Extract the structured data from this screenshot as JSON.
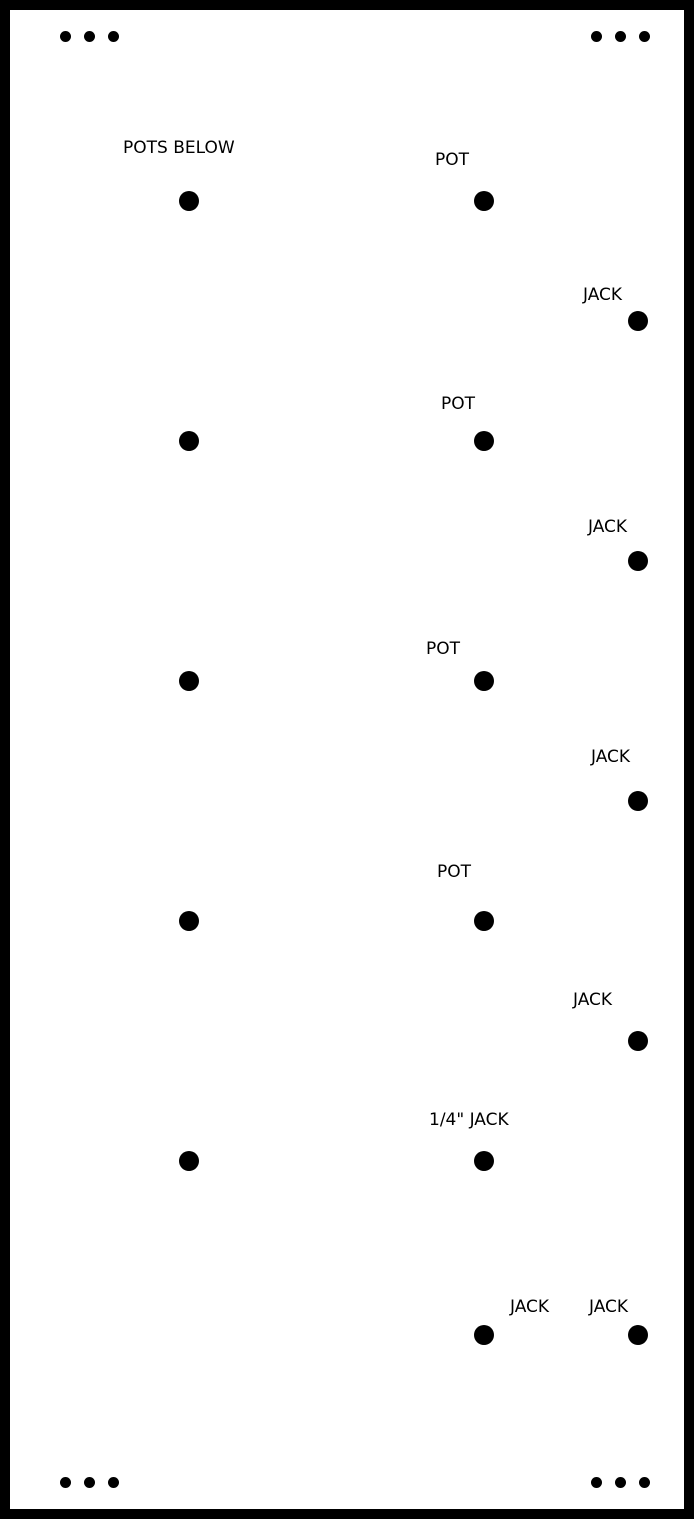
{
  "panel": {
    "labels": {
      "pots_below": "POTS BELOW",
      "pot_1": "POT",
      "jack_1": "JACK",
      "pot_2": "POT",
      "jack_2": "JACK",
      "pot_3": "POT",
      "jack_3": "JACK",
      "pot_4": "POT",
      "jack_4": "JACK",
      "quarter_jack": "1/4\" JACK",
      "jack_bottom_left": "JACK",
      "jack_bottom_right": "JACK"
    },
    "colors": {
      "background": "#000000",
      "panel": "#ffffff",
      "holes": "#000000"
    }
  }
}
